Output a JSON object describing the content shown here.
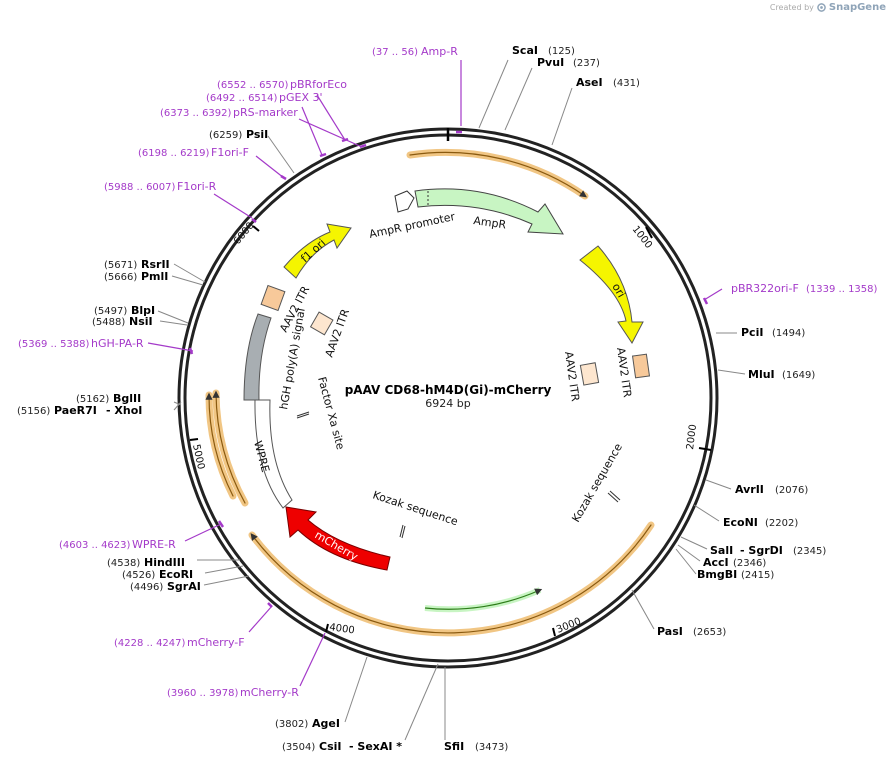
{
  "credit": {
    "text": "Created by",
    "brand": "SnapGene",
    "icon": "snapgene-logo-icon"
  },
  "plasmid": {
    "name": "pAAV CD68-hM4D(Gi)-mCherry",
    "size": "6924 bp"
  },
  "ticks": [
    "1000",
    "2000",
    "3000",
    "4000",
    "5000",
    "6000"
  ],
  "enzymes": [
    {
      "name": "ScaI",
      "pos": "(125)"
    },
    {
      "name": "PvuI",
      "pos": "(237)"
    },
    {
      "name": "AseI",
      "pos": "(431)"
    },
    {
      "name": "PciI",
      "pos": "(1494)"
    },
    {
      "name": "MluI",
      "pos": "(1649)"
    },
    {
      "name": "AvrII",
      "pos": "(2076)"
    },
    {
      "name": "EcoNI",
      "pos": "(2202)"
    },
    {
      "name": "SalI",
      "extra": "- SgrDI",
      "pos": "(2345)"
    },
    {
      "name": "AccI",
      "pos": "(2346)"
    },
    {
      "name": "BmgBI",
      "pos": "(2415)"
    },
    {
      "name": "PasI",
      "pos": "(2653)"
    },
    {
      "name": "SfiI",
      "pos": "(3473)"
    },
    {
      "name": "CsiI",
      "extra": "- SexAI *",
      "pos": "(3504)"
    },
    {
      "name": "AgeI",
      "pos": "(3802)"
    },
    {
      "name": "SgrAI",
      "pos": "(4496)"
    },
    {
      "name": "EcoRI",
      "pos": "(4526)"
    },
    {
      "name": "HindIII",
      "pos": "(4538)"
    },
    {
      "name": "BglII",
      "pos": "(5162)"
    },
    {
      "name": "PaeR7I",
      "extra": "- XhoI",
      "pos": "(5156)"
    },
    {
      "name": "BlpI",
      "pos": "(5497)"
    },
    {
      "name": "NsiI",
      "pos": "(5488)"
    },
    {
      "name": "RsrII",
      "pos": "(5671)"
    },
    {
      "name": "PmlI",
      "pos": "(5666)"
    },
    {
      "name": "PsiI",
      "pos": "(6259)"
    }
  ],
  "primers": [
    {
      "name": "Amp-R",
      "pos": "(37 .. 56)"
    },
    {
      "name": "pBRforEco",
      "pos": "(6552 .. 6570)"
    },
    {
      "name": "pGEX 3'",
      "pos": "(6492 .. 6514)"
    },
    {
      "name": "pRS-marker",
      "pos": "(6373 .. 6392)"
    },
    {
      "name": "F1ori-F",
      "pos": "(6198 .. 6219)"
    },
    {
      "name": "F1ori-R",
      "pos": "(5988 .. 6007)"
    },
    {
      "name": "pBR322ori-F",
      "pos": "(1339 .. 1358)"
    },
    {
      "name": "hGH-PA-R",
      "pos": "(5369 .. 5388)"
    },
    {
      "name": "WPRE-R",
      "pos": "(4603 .. 4623)"
    },
    {
      "name": "mCherry-F",
      "pos": "(4228 .. 4247)"
    },
    {
      "name": "mCherry-R",
      "pos": "(3960 .. 3978)"
    }
  ],
  "features": {
    "ampr_promoter": "AmpR promoter",
    "ampr": "AmpR",
    "ori": "ori",
    "itr_right_a": "AAV2 ITR",
    "itr_right_b": "AAV2 ITR",
    "kozak_right": "Kozak sequence",
    "kozak_center": "Kozak sequence",
    "mcherry": "mCherry",
    "wpre": "WPRE",
    "hgh": "hGH poly(A) signal",
    "factor_xa": "Factor Xa site",
    "itr_left_a": "AAV2 ITR",
    "itr_left_b": "AAV2 ITR",
    "f1ori": "f1 ori"
  },
  "colors": {
    "backbone": "#222222",
    "enzyme_text": "#000000",
    "primer": "#a43ac9",
    "ampr": "#c8f5c3",
    "ori": "#f5f500",
    "itr": "#f7c99a",
    "mcherry": "#ee0000",
    "polyA": "#a8aeb2",
    "wpre": "#ffffff",
    "orf_highlight": "#f1c684"
  }
}
